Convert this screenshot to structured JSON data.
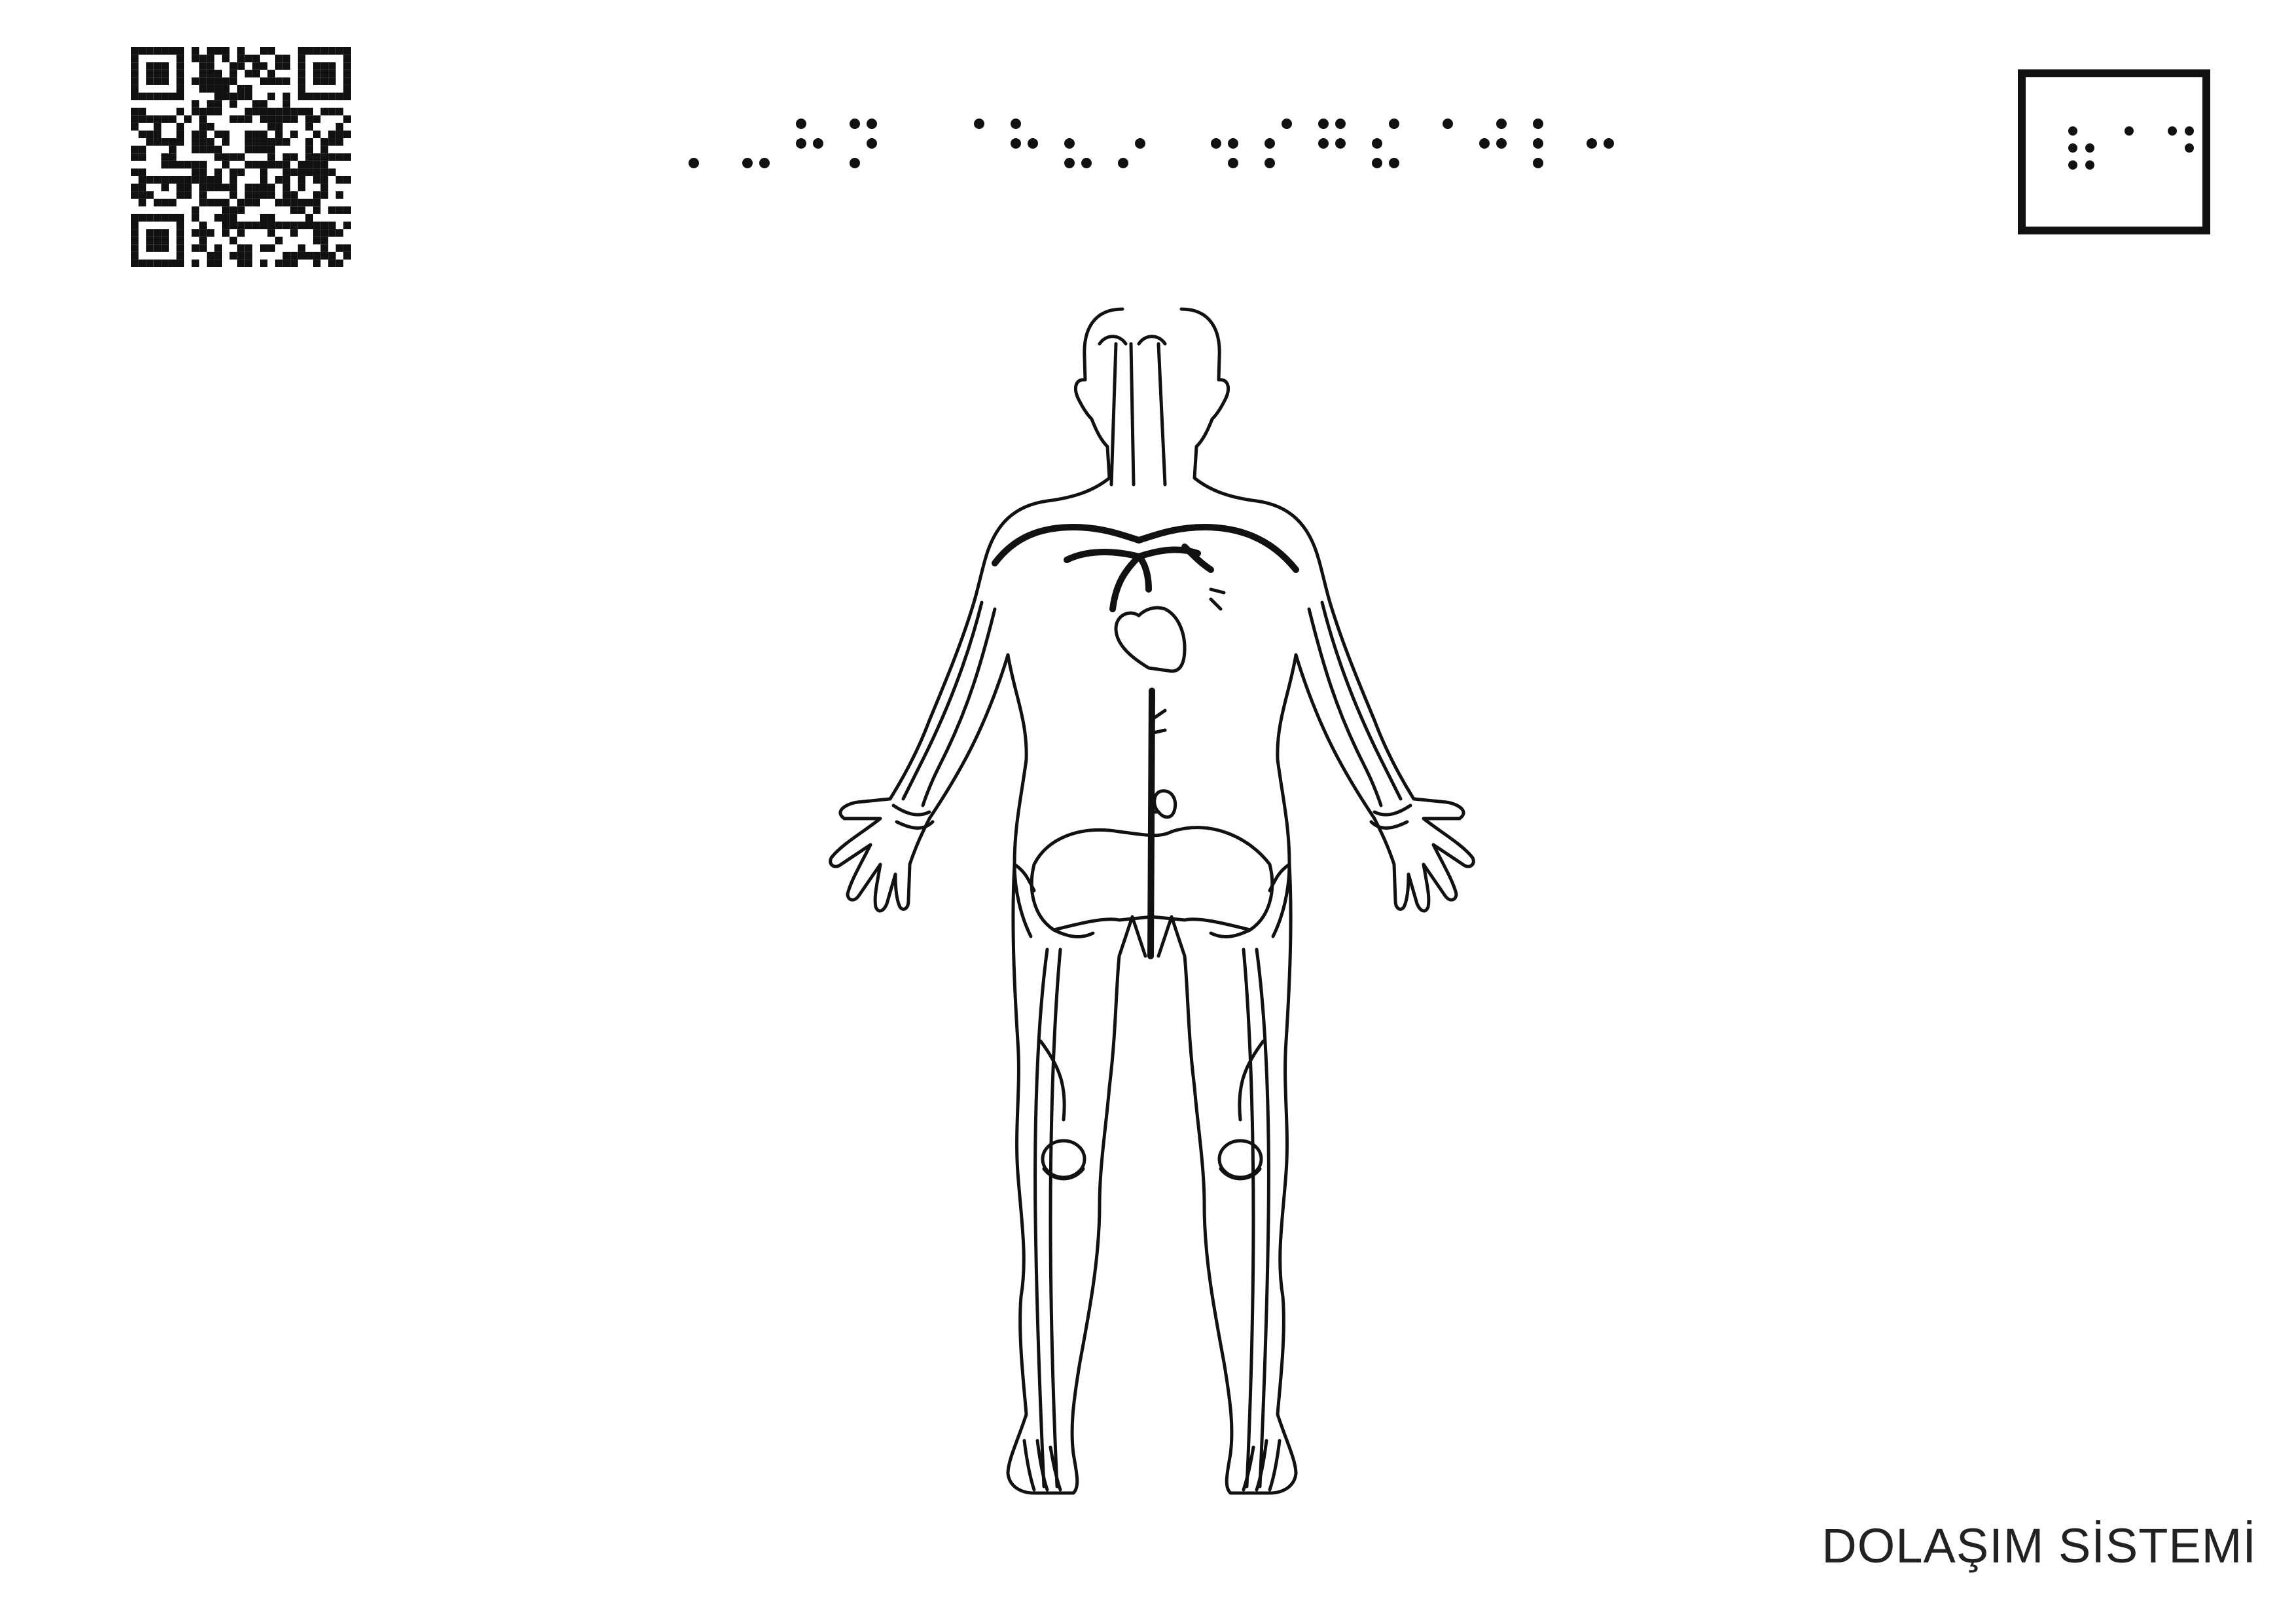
{
  "title": "DOLAŞIM SİSTEMİ",
  "qr_code": {
    "icon": "qr-code-icon"
  },
  "braille": {
    "title_icon": "braille-title-text",
    "page_code_icon": "braille-page-code"
  },
  "illustration": {
    "icon": "human-circulatory-system-outline",
    "stroke_color": "#111111"
  }
}
